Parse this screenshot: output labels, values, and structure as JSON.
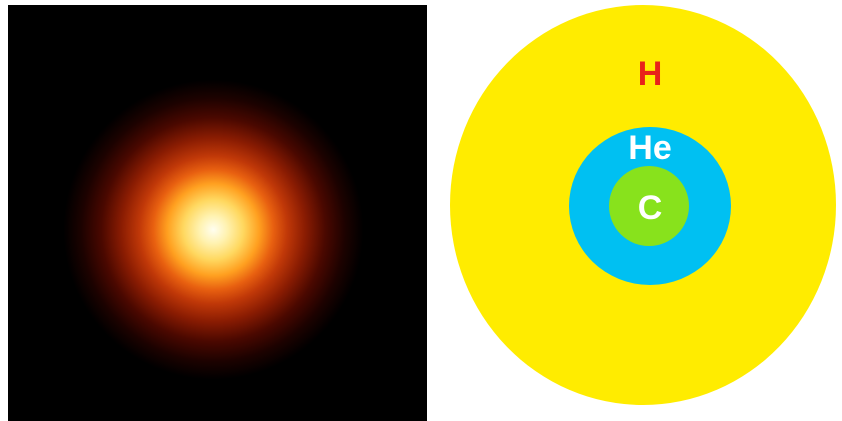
{
  "star_image": {
    "colors": {
      "background": "#000000",
      "core": "#fffef0",
      "mid": "#ffa020",
      "outer": "#8a1c02"
    }
  },
  "layer_diagram": {
    "layers": [
      {
        "label": "H",
        "fill": "#ffec00",
        "label_color": "#e8221a"
      },
      {
        "label": "He",
        "fill": "#00c0f2",
        "label_color": "#ffffff"
      },
      {
        "label": "C",
        "fill": "#88e21c",
        "label_color": "#ffffff"
      }
    ]
  }
}
